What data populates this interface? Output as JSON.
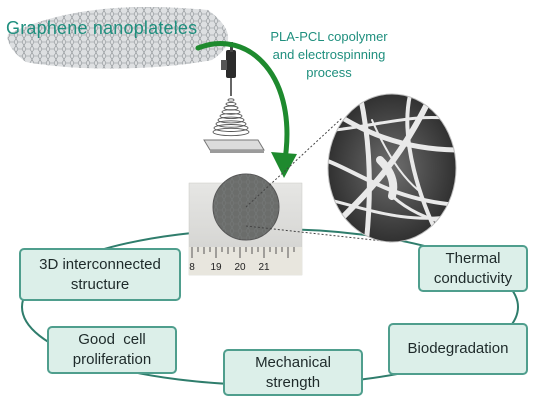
{
  "header": {
    "graphene_label": "Graphene nanoplateles",
    "process_lines": [
      "PLA-PCL copolymer",
      "and electrospinning",
      "process"
    ]
  },
  "ruler": {
    "ticks": [
      "8",
      "19",
      "20",
      "21"
    ]
  },
  "properties": [
    {
      "id": "interconnected",
      "lines": [
        "3D interconnected",
        "structure"
      ]
    },
    {
      "id": "thermal",
      "lines": [
        "Thermal",
        "conductivity"
      ]
    },
    {
      "id": "proliferation",
      "lines": [
        "Good  cell",
        "proliferation"
      ]
    },
    {
      "id": "biodegradation",
      "lines": [
        "Biodegradation"
      ]
    },
    {
      "id": "mechanical",
      "lines": [
        "Mechanical",
        "strength"
      ]
    }
  ],
  "colors": {
    "accent": "#1f8f7e",
    "arrow": "#1e8a2e",
    "box_fill": "#dcefe9",
    "box_border": "#4f9e8d",
    "cycle_line": "#2f7d6c"
  }
}
